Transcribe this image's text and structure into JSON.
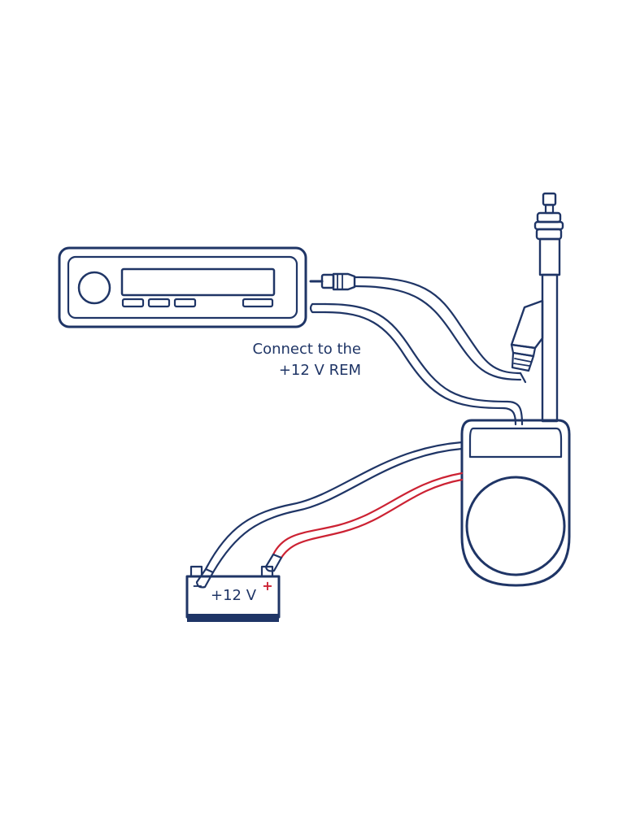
{
  "labels": {
    "connect_line1": "Connect to the",
    "connect_line2": "+12 V REM",
    "battery_voltage": "+12 V",
    "battery_minus": "−",
    "battery_plus": "+"
  },
  "colors": {
    "outline": "#1f3566",
    "fill": "#ffffff",
    "wire_power": "#cc2233",
    "wire_ground": "#1f3566",
    "text": "#1f3566"
  }
}
